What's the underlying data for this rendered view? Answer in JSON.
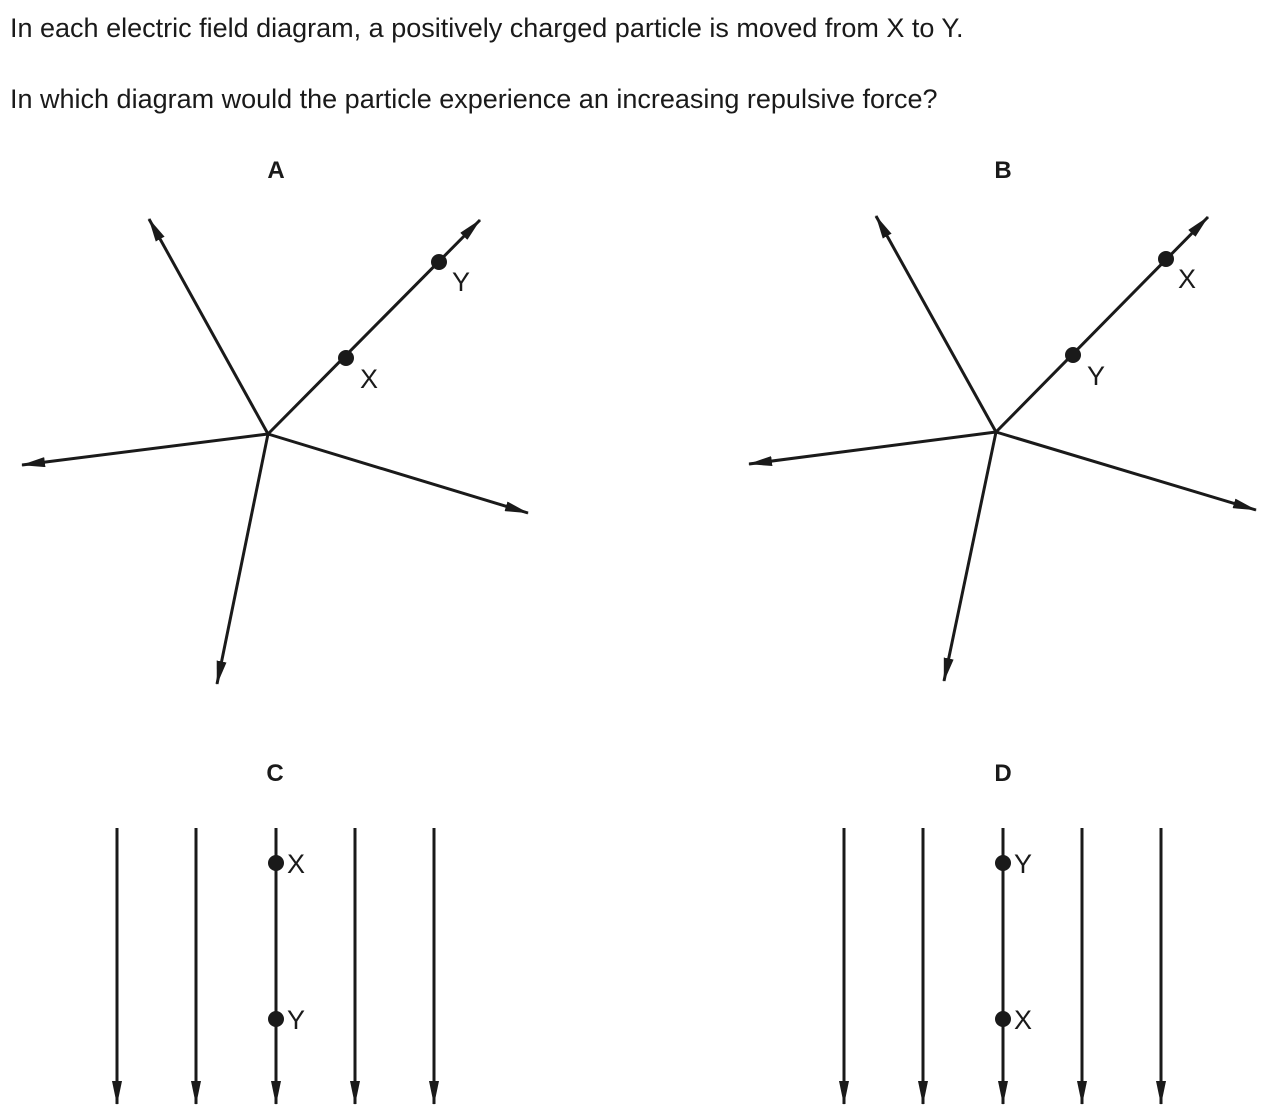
{
  "question": {
    "line1": "In each electric field diagram, a positively charged particle is moved from X to Y.",
    "line2": "In which diagram would the particle experience an increasing repulsive force?"
  },
  "options": {
    "A": {
      "letter": "A",
      "outer_point": "Y",
      "inner_point": "X"
    },
    "B": {
      "letter": "B",
      "outer_point": "X",
      "inner_point": "Y"
    },
    "C": {
      "letter": "C",
      "upper_point": "X",
      "lower_point": "Y"
    },
    "D": {
      "letter": "D",
      "upper_point": "Y",
      "lower_point": "X"
    }
  },
  "colors": {
    "ink": "#1a1a1a",
    "background": "#ffffff"
  }
}
